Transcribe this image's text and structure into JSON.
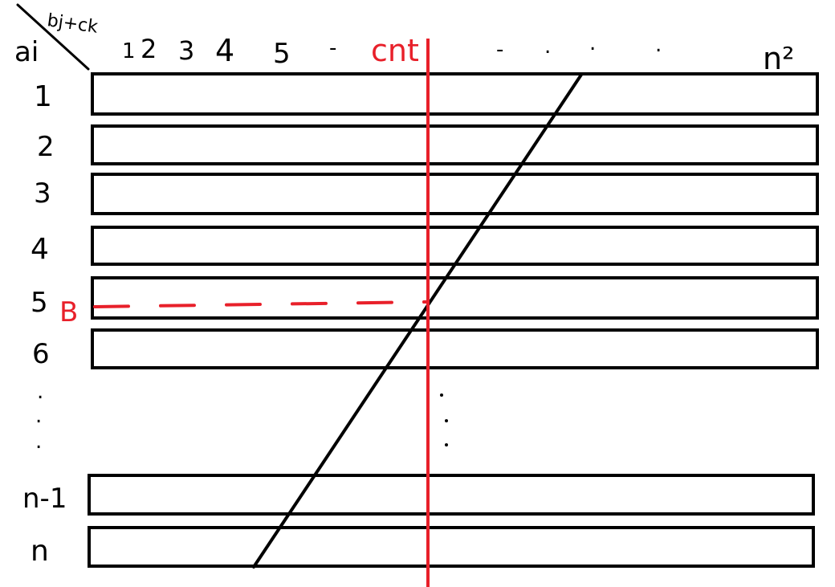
{
  "header": {
    "corner_top": "bj+ck",
    "corner_left": "ai",
    "columns": [
      "1",
      "2",
      "3",
      "4",
      "5",
      "-",
      "cnt",
      "-",
      ".",
      ".",
      ".",
      "n²"
    ]
  },
  "rows": [
    "1",
    "2",
    "3",
    "4",
    "5",
    "6",
    ".",
    ".",
    ".",
    "n-1",
    "n"
  ],
  "marker": {
    "label": "B"
  },
  "colors": {
    "ink": "#000000",
    "accent": "#e8202a"
  }
}
